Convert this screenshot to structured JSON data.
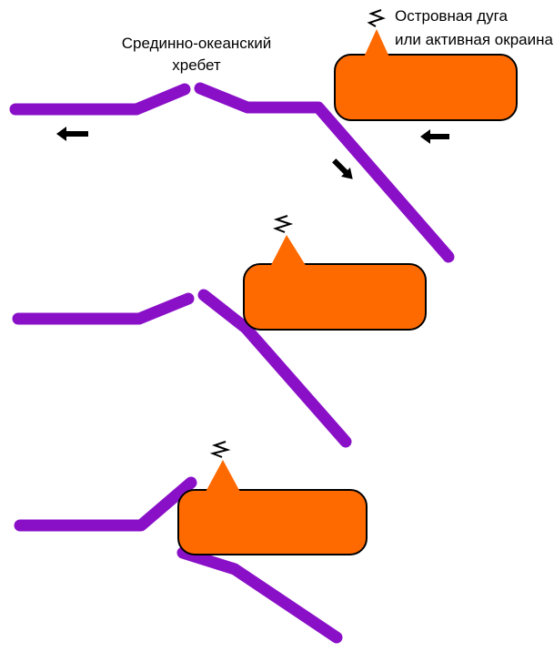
{
  "labels": {
    "ridge_line1": "Срединно-океанский",
    "ridge_line2": "хребет",
    "arc_line1": "Островная дуга",
    "arc_line2": "или активная окраина"
  },
  "colors": {
    "plate": "#8a10c8",
    "continent": "#ff6a00",
    "arrow": "#000000",
    "outline": "#000000"
  },
  "stages": [
    "spreading-and-subduction",
    "ridge-approaching-trench",
    "ridge-subducting"
  ],
  "icons": {
    "motion_arrow": "arrow-icon",
    "volcanic_smoke": "smoke-icon"
  }
}
